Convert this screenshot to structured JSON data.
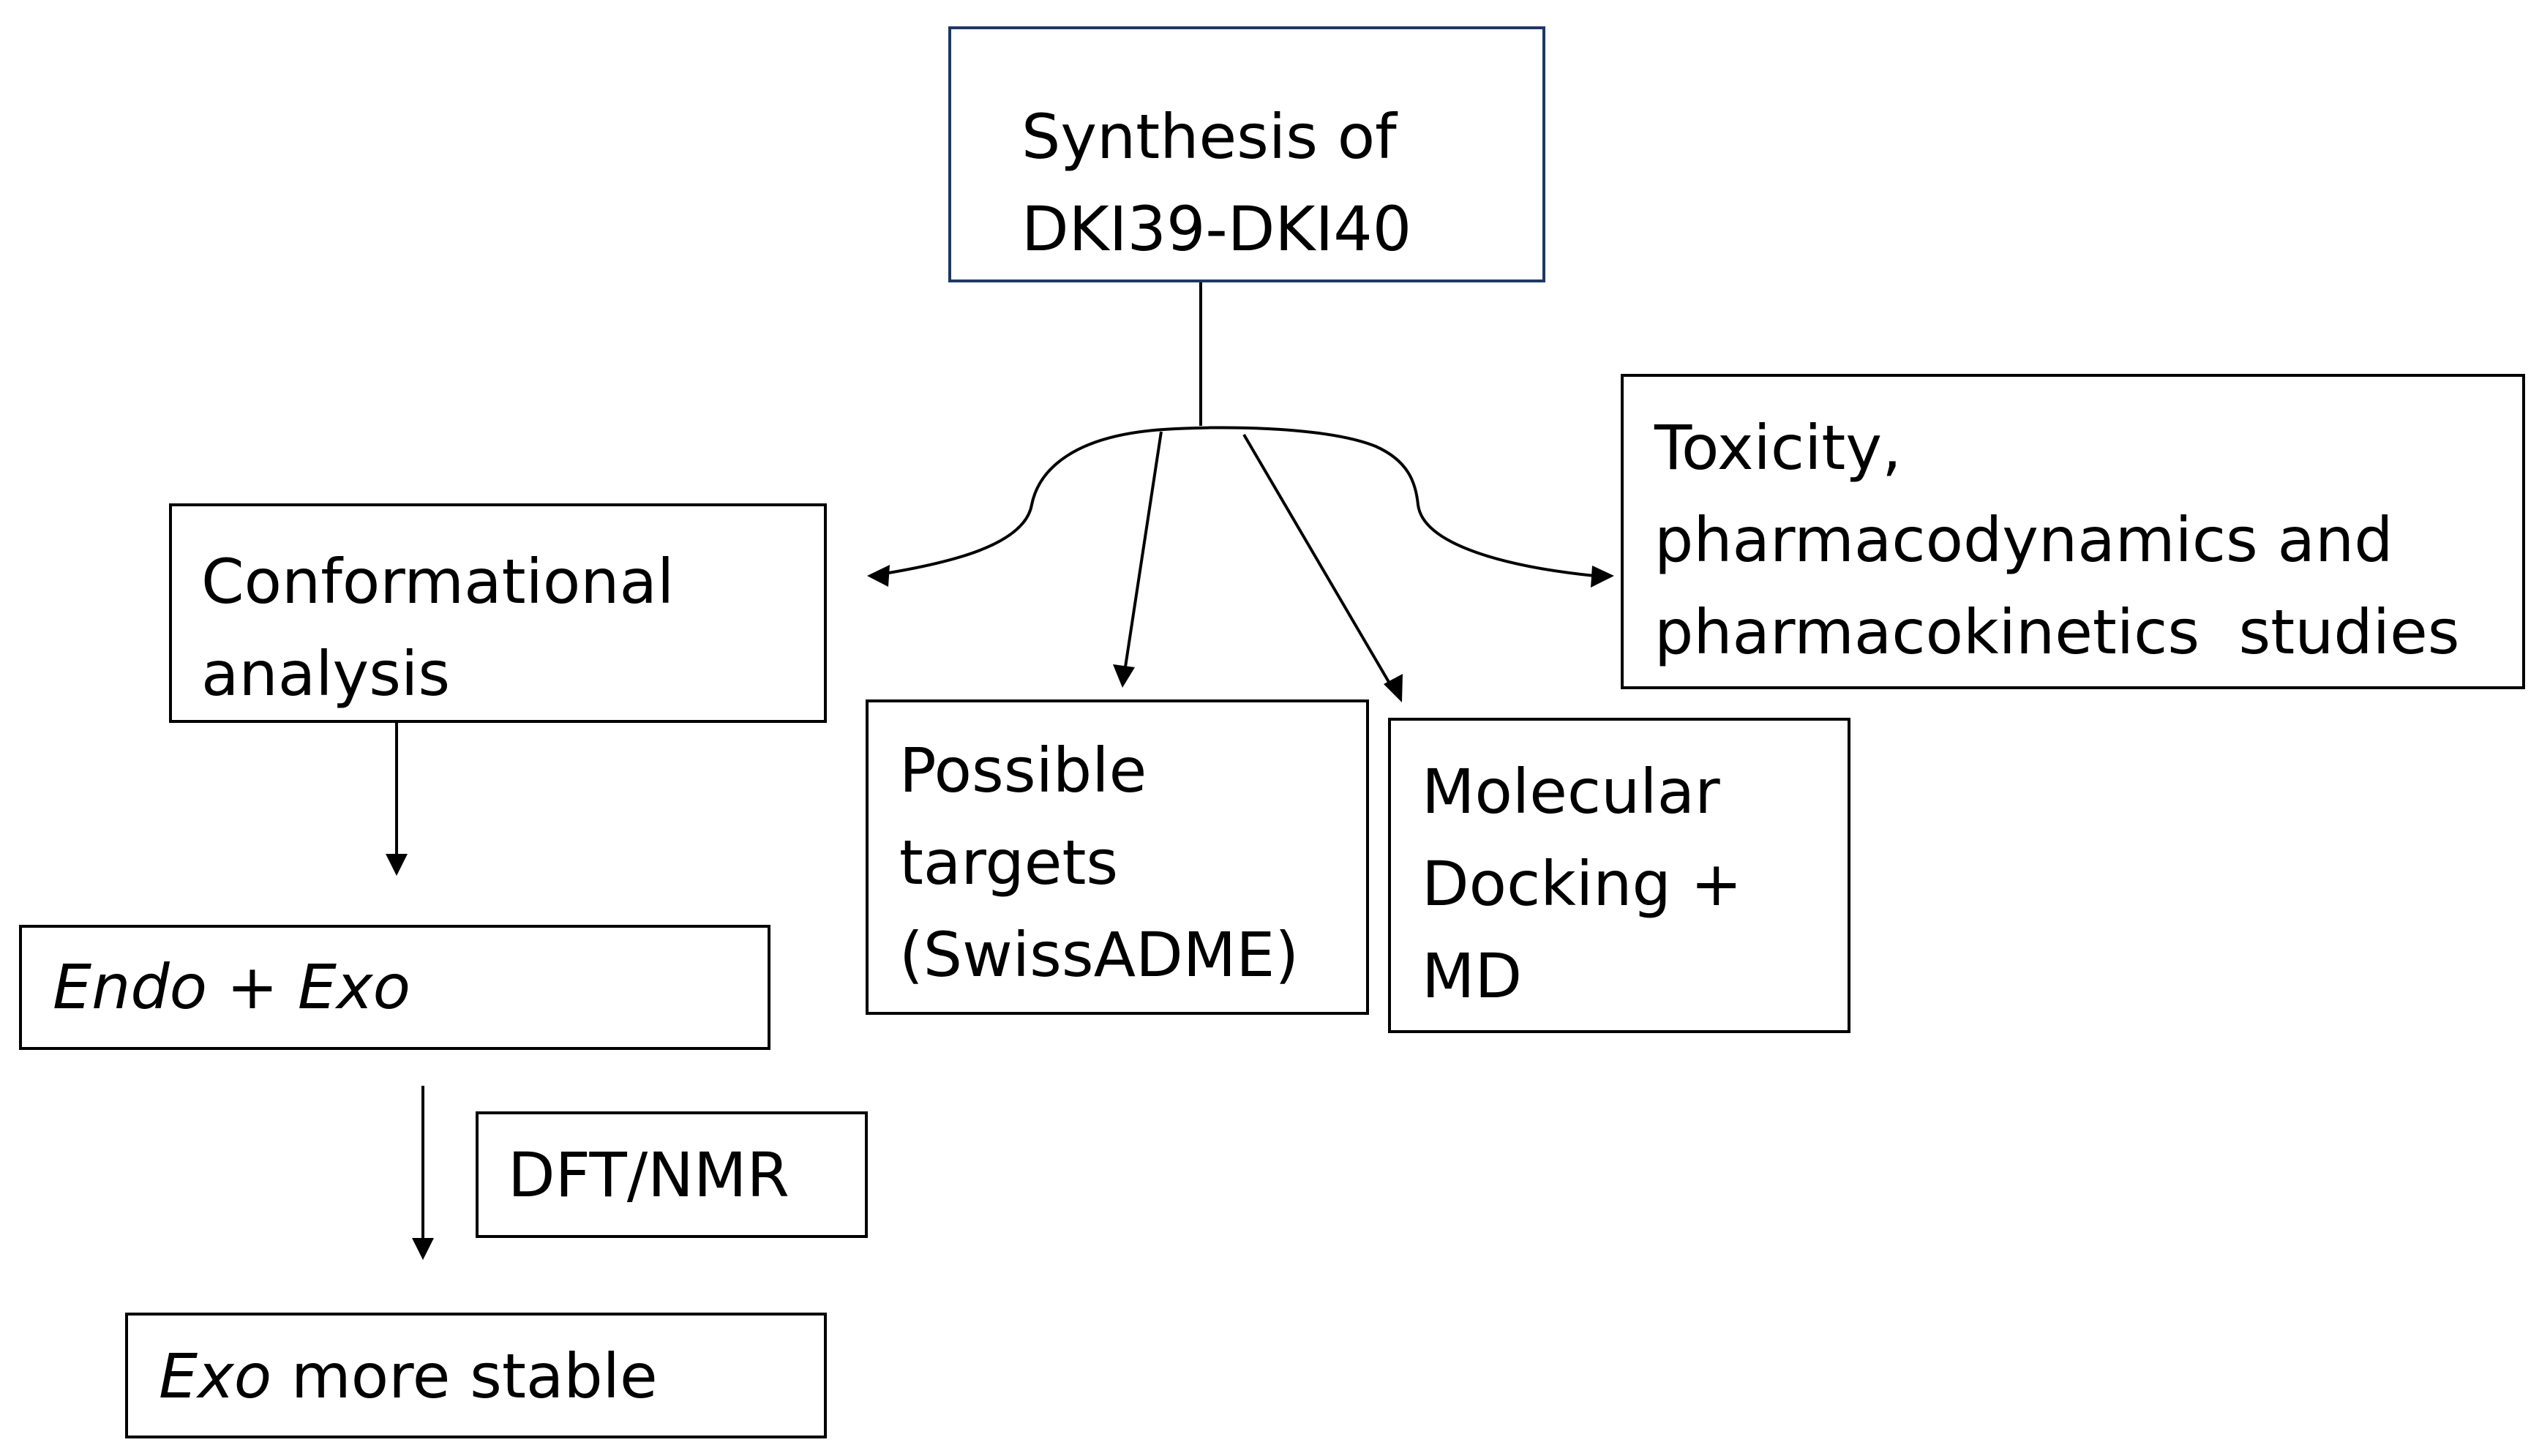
{
  "boxes": {
    "synthesis": {
      "lines": [
        "Synthesis of",
        "DKI39-DKI40"
      ]
    },
    "conformational": {
      "lines": [
        "Conformational",
        "analysis"
      ]
    },
    "endo_exo": {
      "italic1": "Endo",
      "plus": " + ",
      "italic2": "Exo"
    },
    "dft_nmr": {
      "label": "DFT/NMR"
    },
    "exo_stable": {
      "italic": "Exo",
      "rest": " more stable"
    },
    "targets": {
      "lines": [
        "Possible",
        "targets",
        "(SwissADME)"
      ]
    },
    "docking": {
      "lines": [
        "Molecular",
        "Docking +",
        "MD"
      ]
    },
    "toxicity": {
      "lines": [
        "Toxicity,",
        "pharmacodynamics and",
        "pharmacokinetics  studies"
      ]
    }
  },
  "colors": {
    "synthesis_border": "#1f3864",
    "box_border": "#000000",
    "text": "#000000",
    "connector": "#000000"
  }
}
